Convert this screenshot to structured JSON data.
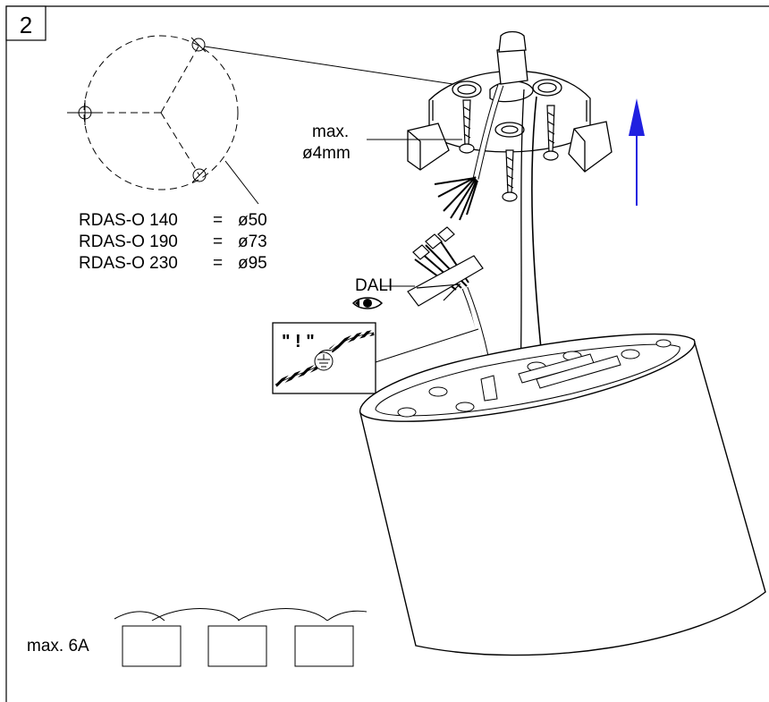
{
  "step": {
    "number": "2"
  },
  "hole_pattern": {
    "sizes": [
      {
        "model": "RDAS-O 140",
        "eq": "=",
        "diameter": "ø50"
      },
      {
        "model": "RDAS-O 190",
        "eq": "=",
        "diameter": "ø73"
      },
      {
        "model": "RDAS-O 230",
        "eq": "=",
        "diameter": "ø95"
      }
    ]
  },
  "screw": {
    "line1": "max.",
    "line2": "ø4mm"
  },
  "cable": {
    "dali_label": "DALI"
  },
  "warning_box": {
    "text": "\" ! \""
  },
  "fuse": {
    "label": "max. 6A"
  },
  "colors": {
    "arrow": "#2020e0",
    "line": "#000000"
  },
  "icons": [
    "eye-icon",
    "ground-icon",
    "up-arrow-icon"
  ]
}
